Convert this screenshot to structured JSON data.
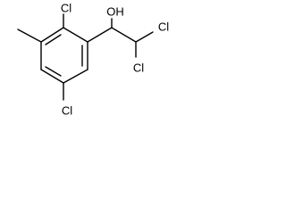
{
  "molecule": {
    "atoms": {
      "cl_top": "Cl",
      "oh": "OH",
      "cl_right_top": "Cl",
      "cl_right_bottom": "Cl",
      "cl_bottom": "Cl"
    }
  }
}
